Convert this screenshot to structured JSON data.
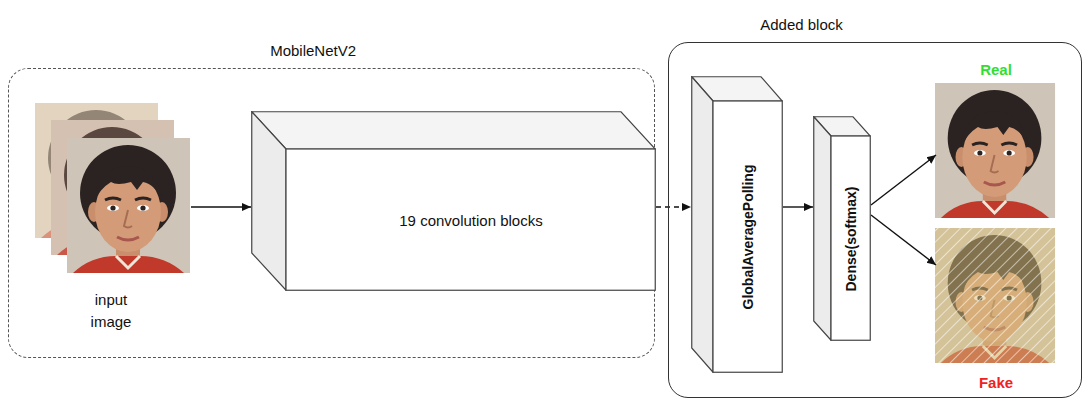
{
  "diagram": {
    "nodes": [
      {
        "text": [
          "MobileNetV2"
        ]
      },
      {
        "text": [
          "input image"
        ],
        "in": 0
      },
      {
        "text": [
          "19 convolution blocks"
        ],
        "in": 0
      },
      {
        "text": [
          "Added block"
        ]
      },
      {
        "text": [
          "GlobalAveragePolling"
        ],
        "in": 3
      },
      {
        "text": [
          "Dense(softmax)"
        ],
        "in": 3
      },
      {
        "text": [
          "Real"
        ],
        "in": 3
      },
      {
        "text": [
          "Fake"
        ],
        "in": 3
      }
    ],
    "edges": [
      {
        "from": 1,
        "to": 2,
        "arrow": "to"
      },
      {
        "from": 2,
        "to": 4,
        "arrow": "to"
      },
      {
        "from": 4,
        "to": 5,
        "arrow": "to"
      },
      {
        "from": 5,
        "to": 6,
        "arrow": "to"
      },
      {
        "from": 5,
        "to": 7,
        "arrow": "to"
      }
    ]
  }
}
